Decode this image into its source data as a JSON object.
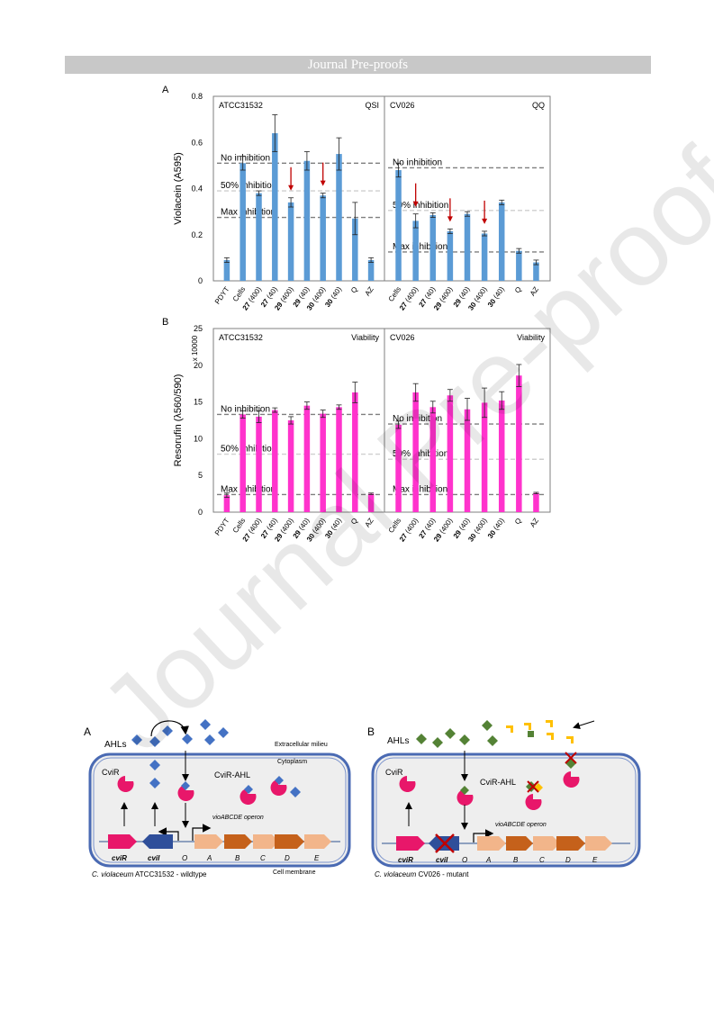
{
  "header": "Journal Pre-proofs",
  "watermark": "Journal Pre-proofs",
  "colors": {
    "violacein": "#5b9bd5",
    "resorufin": "#ff33cc",
    "cvir": "#e8176a",
    "civi": "#2f4f9a",
    "vio_light": "#f2b58a",
    "vio_dark": "#c5611b",
    "ahl_blue": "#4472c4",
    "ahl_green": "#548235",
    "inhibitor": "#ffc000",
    "cell_fill": "#eeeeee",
    "cell_border": "#4a6ab3"
  },
  "chart_data": [
    {
      "type": "bar",
      "panel": "A",
      "ylabel": "Violacein (A595)",
      "ylim": [
        0,
        0.8
      ],
      "yticks": [
        "0",
        "0.2",
        "0.4",
        "0.6",
        "0.8"
      ],
      "panels": [
        {
          "title": "ATCC31532",
          "label": "QSI",
          "categories": [
            "PDYT",
            "Cells",
            "27 (400)",
            "27 (40)",
            "29 (400)",
            "29 (40)",
            "30 (400)",
            "30 (40)",
            "Q",
            "AZ"
          ],
          "values": [
            0.09,
            0.51,
            0.38,
            0.64,
            0.34,
            0.52,
            0.37,
            0.55,
            0.27,
            0.09
          ],
          "errors": [
            0.01,
            0.03,
            0.01,
            0.08,
            0.02,
            0.04,
            0.01,
            0.07,
            0.07,
            0.01
          ],
          "reference_lines": [
            {
              "label": "No inhibition",
              "value": 0.51
            },
            {
              "label": "50% inhibition",
              "value": 0.39
            },
            {
              "label": "Max inhibition",
              "value": 0.275
            }
          ],
          "arrows_over": [
            "29 (400)",
            "30 (400)"
          ]
        },
        {
          "title": "CV026",
          "label": "QQ",
          "categories": [
            "Cells",
            "27 (400)",
            "27 (40)",
            "29 (400)",
            "29 (40)",
            "30 (400)",
            "30 (40)",
            "Q",
            "AZ"
          ],
          "values": [
            0.48,
            0.26,
            0.285,
            0.215,
            0.29,
            0.205,
            0.34,
            0.13,
            0.08
          ],
          "errors": [
            0.03,
            0.03,
            0.01,
            0.01,
            0.01,
            0.01,
            0.01,
            0.01,
            0.01
          ],
          "reference_lines": [
            {
              "label": "No inhibition",
              "value": 0.49
            },
            {
              "label": "50% inhibition",
              "value": 0.305
            },
            {
              "label": "Max inhibition",
              "value": 0.125
            }
          ],
          "arrows_over": [
            "27 (400)",
            "29 (400)",
            "30 (400)"
          ]
        }
      ]
    },
    {
      "type": "bar",
      "panel": "B",
      "ylabel": "Resorufin (λ560/590)",
      "multiplier": "x 10000",
      "ylim": [
        0,
        25
      ],
      "yticks": [
        "0",
        "5",
        "10",
        "15",
        "20",
        "25"
      ],
      "panels": [
        {
          "title": "ATCC31532",
          "label": "Viability",
          "categories": [
            "PDYT",
            "Cells",
            "27 (400)",
            "27 (40)",
            "29 (400)",
            "29 (40)",
            "30 (400)",
            "30 (40)",
            "Q",
            "AZ"
          ],
          "values": [
            2.3,
            13.3,
            13.0,
            13.9,
            12.5,
            14.5,
            13.4,
            14.3,
            16.3,
            2.5
          ],
          "errors": [
            0.3,
            0.5,
            0.8,
            0.3,
            0.5,
            0.5,
            0.5,
            0.3,
            1.4,
            0.1
          ],
          "reference_lines": [
            {
              "label": "No inhibition",
              "value": 13.3
            },
            {
              "label": "50% inhibition",
              "value": 7.9
            },
            {
              "label": "Max inhibition",
              "value": 2.4
            }
          ]
        },
        {
          "title": "CV026",
          "label": "Viability",
          "categories": [
            "Cells",
            "27 (400)",
            "27 (40)",
            "29 (400)",
            "29 (40)",
            "30 (400)",
            "30 (40)",
            "Q",
            "AZ"
          ],
          "values": [
            11.9,
            16.3,
            14.3,
            15.9,
            14.0,
            14.9,
            15.2,
            18.6,
            2.6
          ],
          "errors": [
            0.5,
            1.2,
            0.8,
            0.8,
            1.5,
            2.0,
            1.2,
            1.5,
            0.1
          ],
          "reference_lines": [
            {
              "label": "No inhibition",
              "value": 12.0
            },
            {
              "label": "50% inhibition",
              "value": 7.2
            },
            {
              "label": "Max inhibition",
              "value": 2.4
            }
          ]
        }
      ]
    }
  ],
  "diagram": {
    "A": {
      "letter": "A",
      "ahls": "AHLs",
      "extracellular": "Extracellular milieu",
      "cytoplasm": "Cytoplasm",
      "cvir": "CviR",
      "cvir_ahl": "CviR-AHL",
      "operon": "vioABCDE operon",
      "genes": [
        "cviR",
        "cviI",
        "O",
        "A",
        "B",
        "C",
        "D",
        "E"
      ],
      "membrane": "Cell membrane",
      "caption_species": "C. violaceum",
      "caption_rest": " ATCC31532 - wildtype"
    },
    "B": {
      "letter": "B",
      "ahls": "AHLs",
      "cvir": "CviR",
      "cvir_ahl": "CviR-AHL",
      "operon": "vioABCDE operon",
      "genes": [
        "cviR",
        "cviI",
        "O",
        "A",
        "B",
        "C",
        "D",
        "E"
      ],
      "caption_species": "C. violaceum",
      "caption_rest": " CV026 - mutant"
    }
  }
}
